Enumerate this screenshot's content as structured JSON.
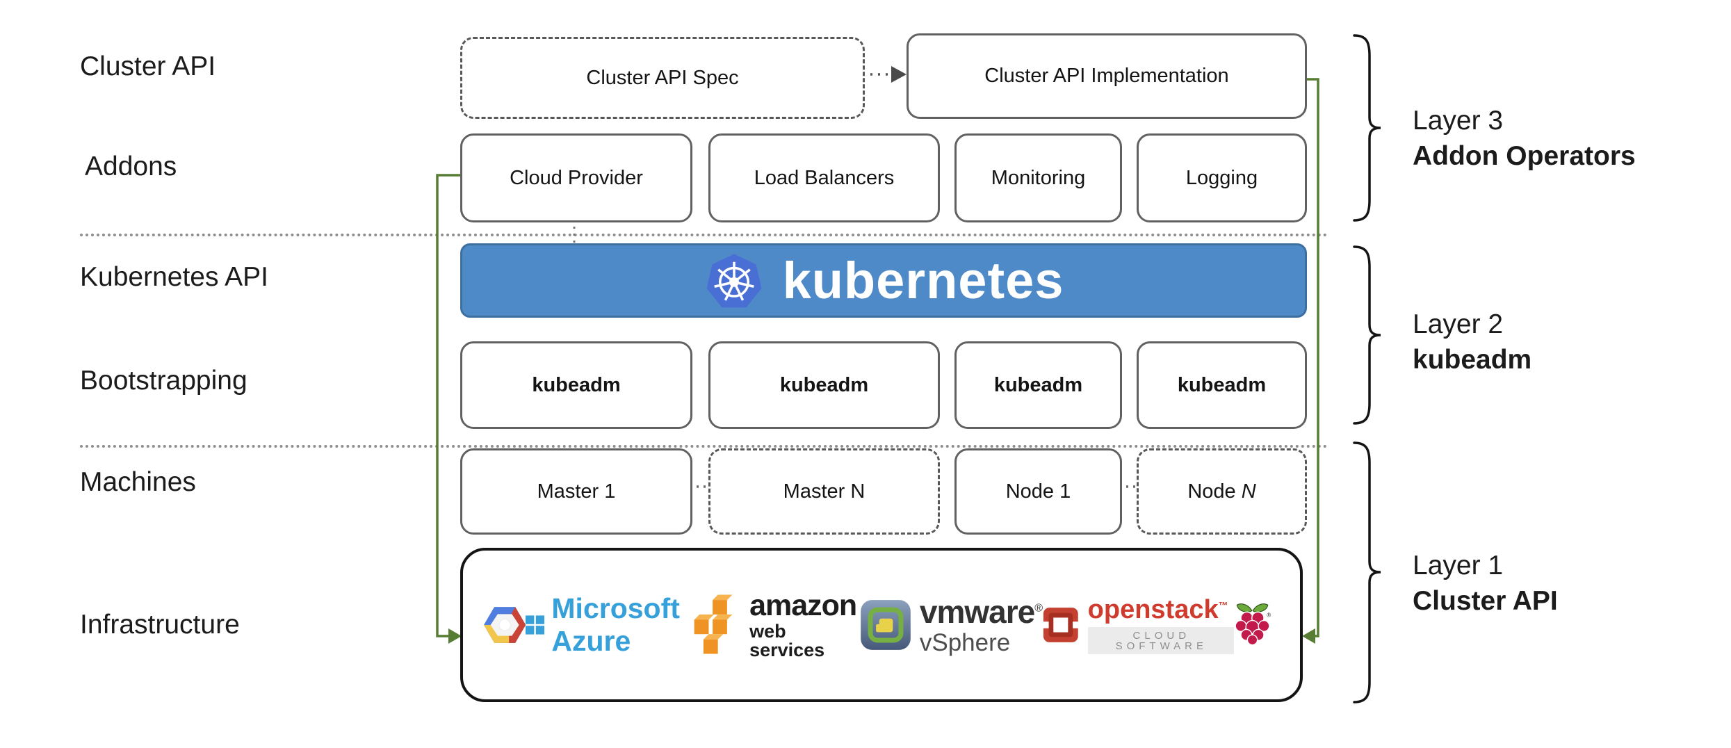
{
  "left_labels": {
    "cluster_api": "Cluster API",
    "addons": "Addons",
    "kubernetes_api": "Kubernetes API",
    "bootstrapping": "Bootstrapping",
    "machines": "Machines",
    "infrastructure": "Infrastructure"
  },
  "top_row": {
    "spec": "Cluster API Spec",
    "implementation": "Cluster API Implementation"
  },
  "addons_row": {
    "items": [
      "Cloud Provider",
      "Load Balancers",
      "Monitoring",
      "Logging"
    ]
  },
  "banner": {
    "label": "kubernetes"
  },
  "bootstrapping_row": {
    "items": [
      "kubeadm",
      "kubeadm",
      "kubeadm",
      "kubeadm"
    ]
  },
  "machines_row": {
    "master_1": "Master 1",
    "master_n": "Master N",
    "node_1": "Node 1",
    "node_n_prefix": "Node ",
    "node_n_suffix": "N"
  },
  "infrastructure_row": {
    "providers": [
      "Google Cloud Platform",
      "Microsoft Azure",
      "Amazon Web Services",
      "VMware vSphere",
      "OpenStack",
      "Raspberry Pi"
    ],
    "azure": {
      "name": "Microsoft Azure"
    },
    "aws": {
      "name": "amazon",
      "sub": "web services"
    },
    "vmware": {
      "name": "vmware",
      "reg": "®",
      "sub": "vSphere"
    },
    "openstack": {
      "name": "openstack",
      "tm": "™",
      "sub": "CLOUD SOFTWARE"
    }
  },
  "layers": {
    "layer3": {
      "title": "Layer 3",
      "subtitle": "Addon Operators"
    },
    "layer2": {
      "title": "Layer 2",
      "subtitle": "kubeadm"
    },
    "layer1": {
      "title": "Layer 1",
      "subtitle": "Cluster API"
    }
  },
  "colors": {
    "banner_blue": "#4f8ac8",
    "k8s_logo_blue": "#4a6fd4",
    "connector_green": "#567d33",
    "box_border_gray": "#616161",
    "azure_blue": "#35a0da",
    "aws_orange": "#ef9325",
    "openstack_red": "#cf3c2e",
    "raspberry_crimson": "#c21a4a",
    "leaf_green": "#6daa3c",
    "gcp_blue": "#4f7de0",
    "gcp_red": "#c94437",
    "gcp_yellow": "#f2c64b"
  }
}
